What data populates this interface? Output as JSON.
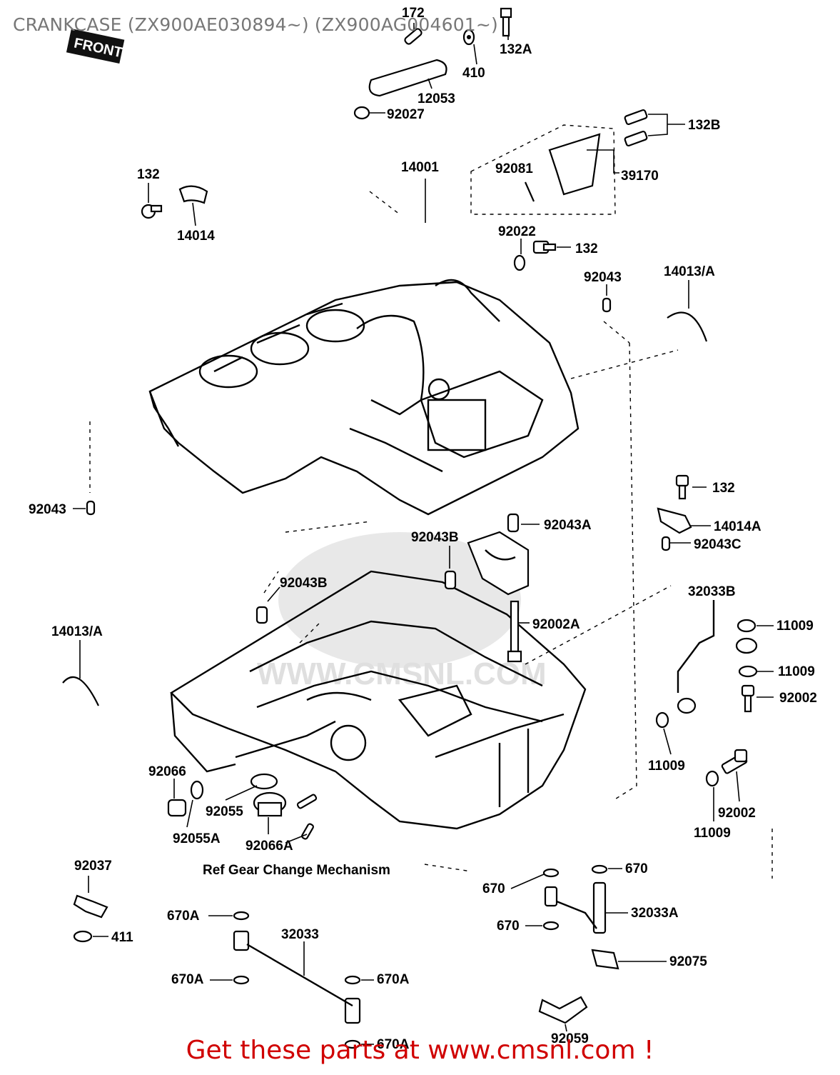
{
  "title": "CRANKCASE (ZX900AE030894~) (ZX900AG004601~)",
  "front_tag": "FRONT",
  "watermark": "WWW.CMSNL.COM",
  "footer": "Get these parts at www.cmsnl.com !",
  "reference_note": "Ref  Gear Change Mechanism",
  "colors": {
    "footer": "#d00000",
    "title": "#777777",
    "watermark": "#dcdcdc"
  },
  "labels": {
    "p172": "172",
    "p132A": "132A",
    "p410": "410",
    "p12053": "12053",
    "p92027": "92027",
    "p132B": "132B",
    "p14001": "14001",
    "p92081": "92081",
    "p39170": "39170",
    "p132_top": "132",
    "p14014": "14014",
    "p92022": "92022",
    "p132_mid": "132",
    "p92043_top": "92043",
    "p14013A_top": "14013/A",
    "p92043_left": "92043",
    "p132_right": "132",
    "p14014A": "14014A",
    "p92043A": "92043A",
    "p92043B_upper": "92043B",
    "p92043C": "92043C",
    "p92043B_lower": "92043B",
    "p32033B": "32033B",
    "p11009_a": "11009",
    "p92002A": "92002A",
    "p14013A_left": "14013/A",
    "p11009_b": "11009",
    "p92002_a": "92002",
    "p11009_c": "11009",
    "p92066": "92066",
    "p92055": "92055",
    "p92055A": "92055A",
    "p92066A": "92066A",
    "p92002_b": "92002",
    "p11009_d": "11009",
    "p92037": "92037",
    "p411": "411",
    "p670_a": "670",
    "p670_b": "670",
    "p670_c": "670",
    "p32033A": "32033A",
    "p670A_a": "670A",
    "p32033": "32033",
    "p670A_b": "670A",
    "p670A_c": "670A",
    "p670A_d": "670A",
    "p92075": "92075",
    "p92059": "92059"
  }
}
